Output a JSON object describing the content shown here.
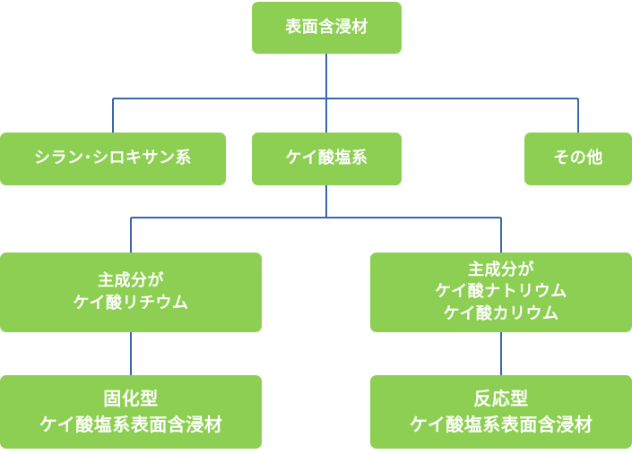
{
  "nodes": {
    "root": "表面含浸材",
    "silane": "シラン･シロキサン系",
    "silicate": "ケイ酸塩系",
    "other": "その他",
    "lithium": [
      "主成分が",
      "ケイ酸リチウム"
    ],
    "sodium_potassium": [
      "主成分が",
      "ケイ酸ナトリウム",
      "ケイ酸カリウム"
    ],
    "fixed": [
      "固化型",
      "ケイ酸塩系表面含浸材"
    ],
    "reactive": [
      "反応型",
      "ケイ酸塩系表面含浸材"
    ]
  },
  "colors": {
    "node_fill": "#8dcf52",
    "node_text": "#ffffff",
    "connector": "#3a66b0"
  }
}
